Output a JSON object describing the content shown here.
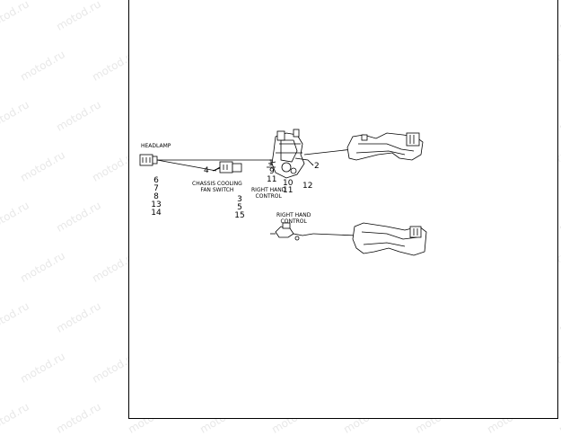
{
  "labels": {
    "headlamp": "HEADLAMP",
    "chassis_cooling_1": "CHASSIS COOLING",
    "chassis_cooling_2": "FAN SWITCH",
    "rh_control_top_1": "RIGHT HAND",
    "rh_control_top_2": "CONTROL",
    "rh_control_bottom_1": "RIGHT HAND",
    "rh_control_bottom_2": "CONTROL"
  },
  "callouts": {
    "headlamp_nums": [
      "6",
      "7",
      "8",
      "13",
      "14"
    ],
    "fan_switch_nums": [
      "3",
      "5",
      "15"
    ],
    "n4": "4",
    "n1": "1",
    "n9": "9",
    "n11a": "11",
    "n10": "10",
    "n11b": "11",
    "n2": "2",
    "n12": "12"
  },
  "watermark": "motod.ru",
  "colors": {
    "line": "#000000",
    "watermark": "#e8e8e8",
    "background": "#ffffff"
  }
}
